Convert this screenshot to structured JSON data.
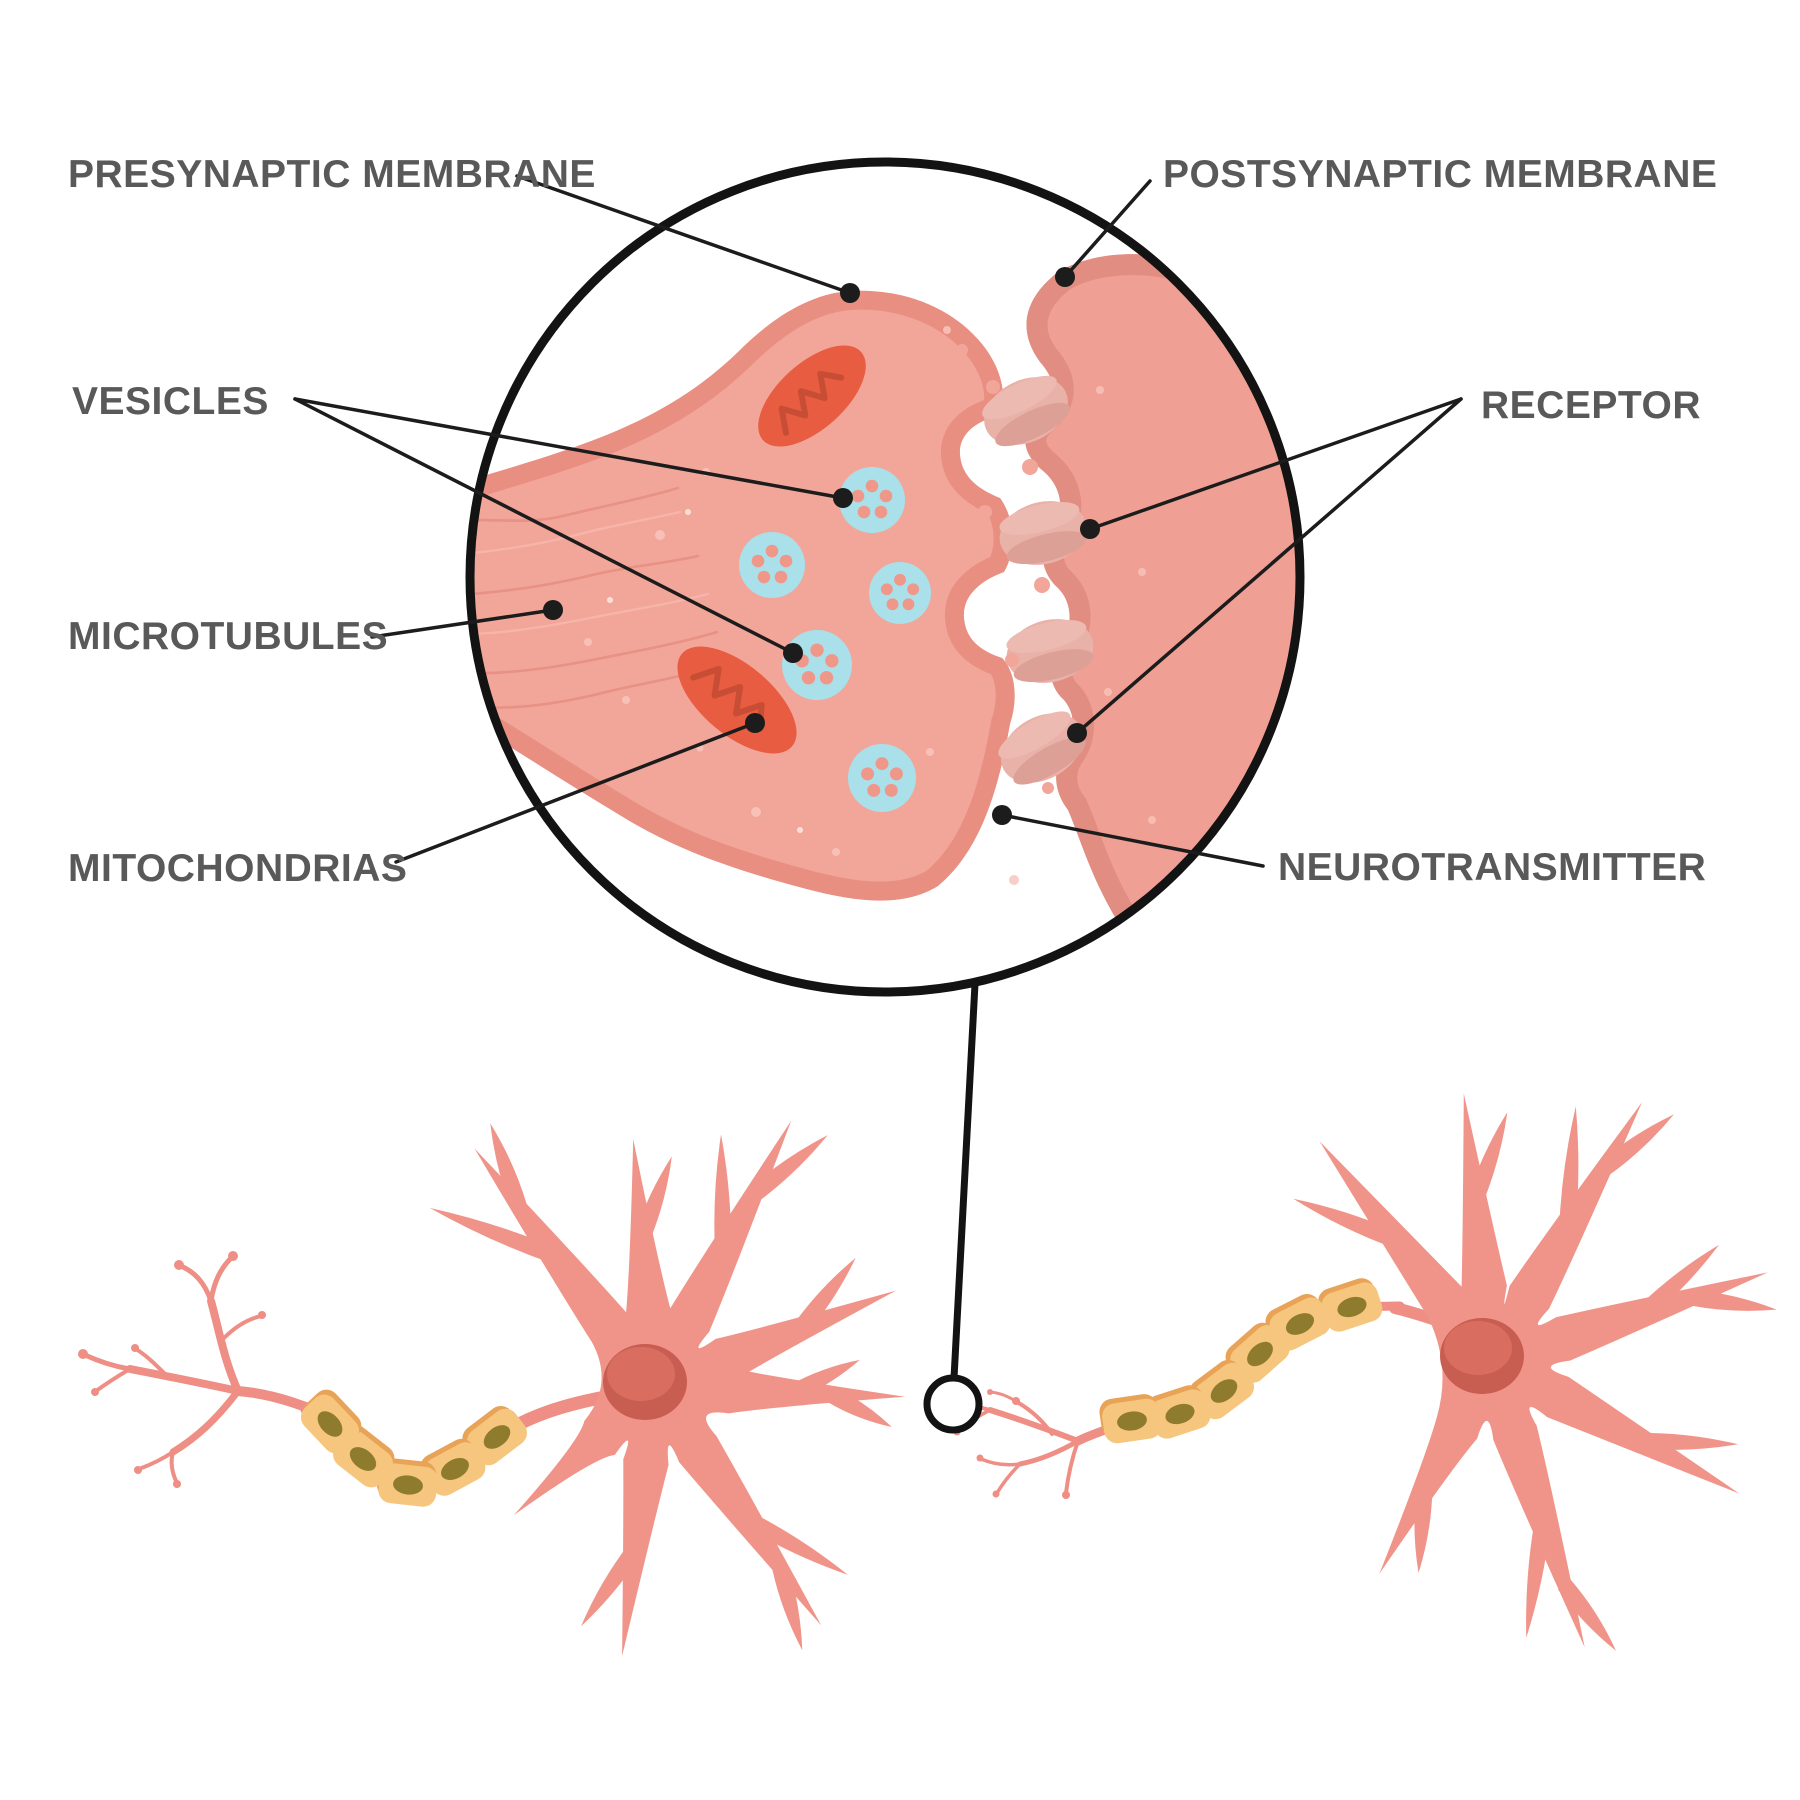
{
  "labels": {
    "presynaptic_membrane": "PRESYNAPTIC MEMBRANE",
    "postsynaptic_membrane": "POSTSYNAPTIC MEMBRANE",
    "vesicles": "VESICLES",
    "receptor": "RECEPTOR",
    "microtubules": "MICROTUBULES",
    "mitochondrias": "MITOCHONDRIAS",
    "neurotransmitter": "NEUROTRANSMITTER"
  },
  "colors": {
    "label_text": "#595959",
    "annotation": "#1c1c1c",
    "lens_stroke": "#131313",
    "presyn_fill": "#f2a699",
    "presyn_membrane": "#e98f82",
    "microtubule": "#e48a7e",
    "mito_fill": "#e85c41",
    "mito_crista": "#c84d35",
    "vesicle_fill": "#a9e0ea",
    "vesicle_dot": "#ef988a",
    "cleft_dot": "#f2a69a",
    "speck": "#f8c6bc",
    "postsyn_fill": "#ef9f93",
    "postsyn_membrane": "#e28d81",
    "receptor_blob": "#e9b2a9",
    "receptor_oval_light": "#ecbab1",
    "receptor_oval_dark": "#dda096",
    "neuron_fill": "#f0948a",
    "nucleus_dark": "#c85d51",
    "nucleus_light": "#d96e60",
    "axon": "#ee8e84",
    "myelin_fill": "#f6c67e",
    "myelin_shadow": "#e8a357",
    "myelin_core": "#8e7b2e"
  },
  "parts": [
    "magnified synapse view",
    "presynaptic terminal",
    "postsynaptic cell",
    "synaptic cleft",
    "synaptic vesicles",
    "receptors",
    "microtubules",
    "mitochondrias",
    "neurotransmitter molecules",
    "two neurons with myelinated axons",
    "synapse location marker"
  ]
}
